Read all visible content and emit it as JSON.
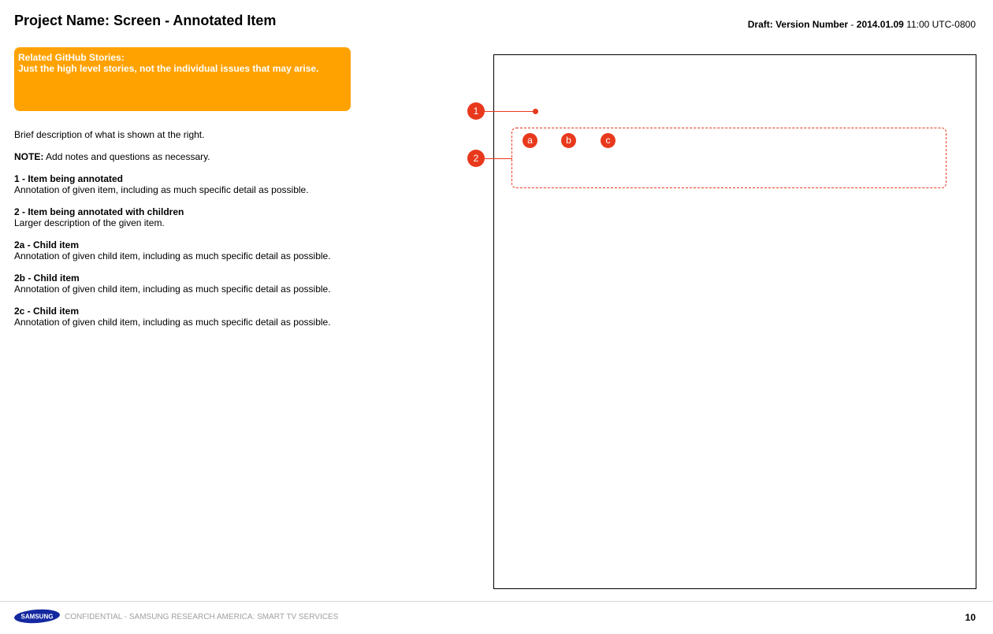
{
  "header": {
    "title": "Project Name: Screen - Annotated Item",
    "version_prefix": "Draft: Version Number",
    "version_sep": " - ",
    "version_date": "2014.01.09",
    "version_time": " 11:00 UTC-0800"
  },
  "stories_box": {
    "title": "Related GitHub Stories:",
    "subtitle": "Just the high level stories, not the individual issues that may arise.",
    "color": "#ffa200"
  },
  "notes": {
    "description": "Brief description of what is shown at the right.",
    "note_label": "NOTE:",
    "note_text": " Add notes and questions as necessary.",
    "items": [
      {
        "heading": "1 - Item being annotated",
        "body": "Annotation of given item, including as much specific detail as possible."
      },
      {
        "heading": "2 - Item being annotated with children",
        "body": "Larger description of the given item."
      },
      {
        "heading": "2a - Child item",
        "body": "Annotation of given child item, including as much specific detail as possible."
      },
      {
        "heading": "2b - Child item",
        "body": "Annotation of given child item, including as much specific detail as possible."
      },
      {
        "heading": "2c - Child item",
        "body": "Annotation of given child item, including as much specific detail as possible."
      }
    ]
  },
  "annotations": {
    "marker_1": "1",
    "marker_2": "2",
    "child_a": "a",
    "child_b": "b",
    "child_c": "c",
    "accent_color": "#e8391d"
  },
  "footer": {
    "logo_text": "SAMSUNG",
    "confidential": "CONFIDENTIAL - SAMSUNG RESEARCH AMERICA: SMART TV SERVICES",
    "page_number": "10"
  }
}
